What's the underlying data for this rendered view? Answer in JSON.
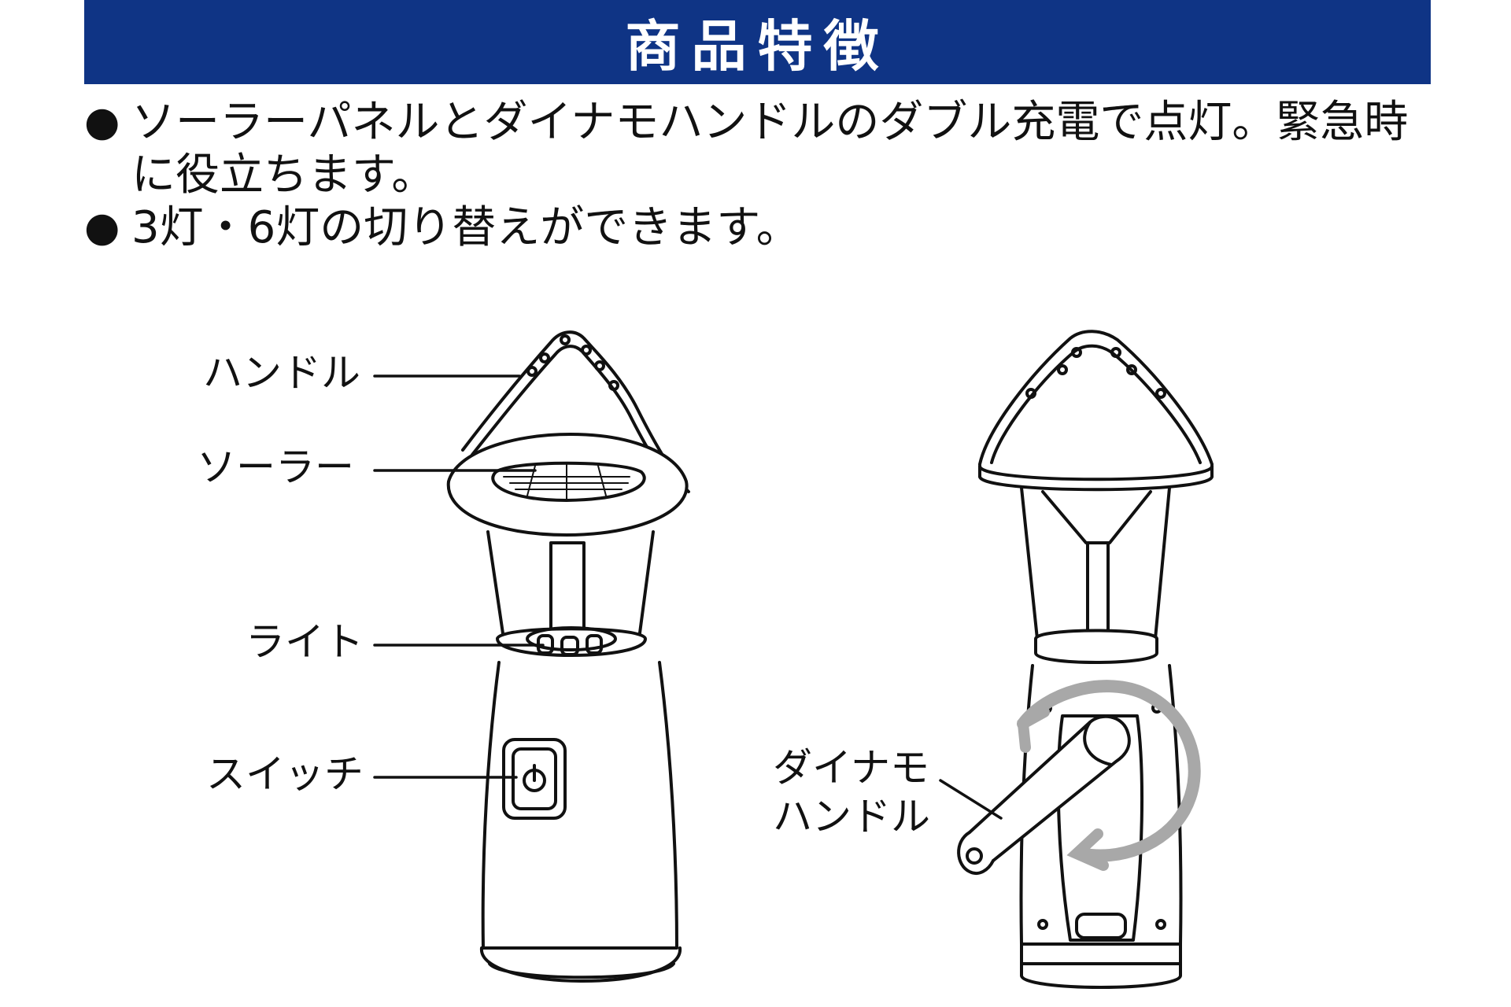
{
  "banner": {
    "title": "商品特徴"
  },
  "features": [
    {
      "bullet": "●",
      "text": "ソーラーパネルとダイナモハンドルのダブル充電で点灯。緊急時に役立ちます。"
    },
    {
      "bullet": "●",
      "text": "3灯・6灯の切り替えができます。"
    }
  ],
  "labels": {
    "handle": "ハンドル",
    "solar": "ソーラー",
    "light": "ライト",
    "switch": "スイッチ",
    "dynamo_line1": "ダイナモ",
    "dynamo_line2": "ハンドル"
  },
  "colors": {
    "banner_bg": "#0f3485",
    "banner_text": "#ffffff",
    "arrow_gray": "#a8a8a8"
  },
  "icons": [
    "power-icon",
    "rotation-arrow-icon"
  ]
}
